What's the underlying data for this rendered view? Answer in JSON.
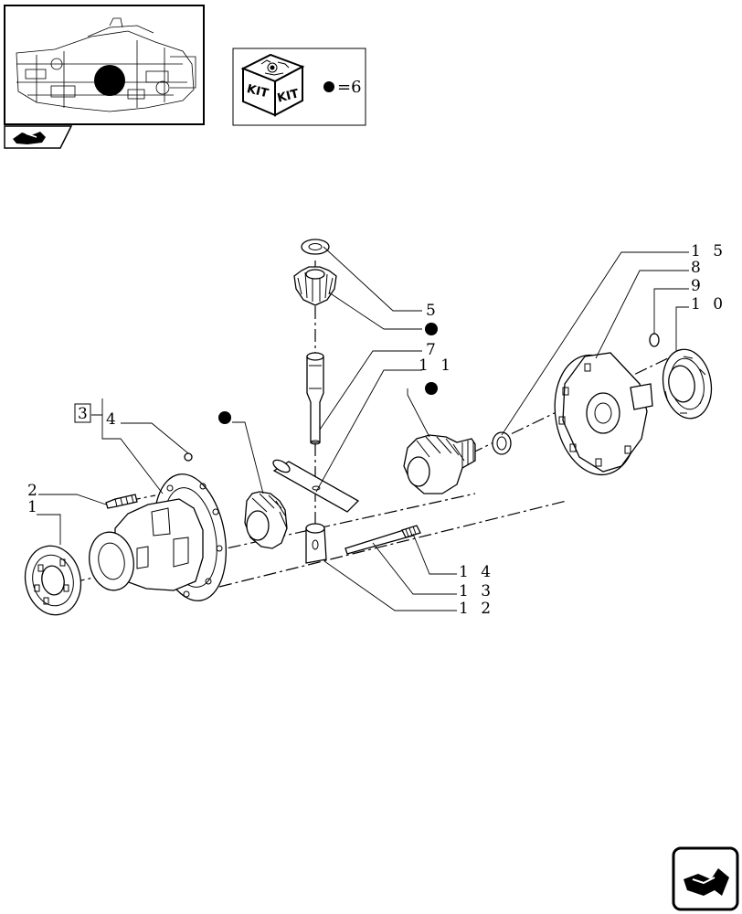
{
  "kit_legend": {
    "kit_text_left": "KIT",
    "kit_text_right": "KIT",
    "equals_value": "=6"
  },
  "callouts": {
    "c1": "1",
    "c2": "2",
    "c3": "3",
    "c4": "4",
    "c5": "5",
    "c7": "7",
    "c8": "8",
    "c9": "9",
    "c10": "1 0",
    "c11": "1 1",
    "c12": "1 2",
    "c13": "1 3",
    "c14": "1 4",
    "c15": "1 5"
  },
  "icons": {
    "thumbnail": "machine-location-thumbnail",
    "kit": "kit-box-icon",
    "kit_marker": "filled-dot-marker",
    "previous": "previous-page-arrow-icon",
    "next": "next-page-arrow-icon"
  }
}
